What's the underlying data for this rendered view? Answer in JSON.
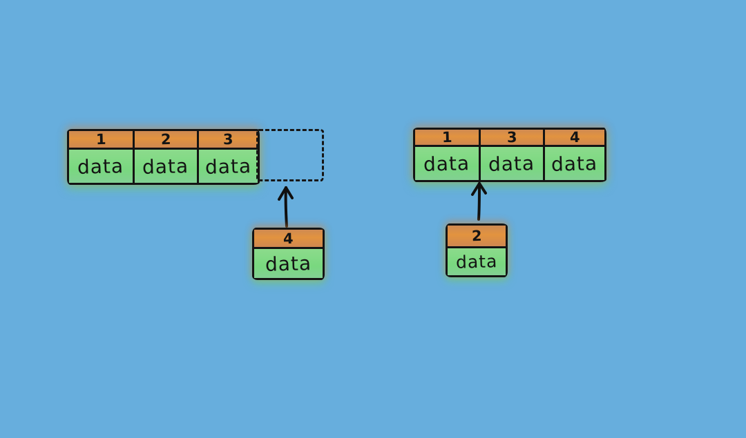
{
  "canvas": {
    "background_color": "#67aedd",
    "outline_color": "#141414",
    "header_color": "#e2933f",
    "cell_color": "#7ed882"
  },
  "left_diagram": {
    "description": "array with empty dashed slot at end, element 4 inserted via arrow",
    "array": {
      "cells": [
        {
          "index": "1",
          "value": "data"
        },
        {
          "index": "2",
          "value": "data"
        },
        {
          "index": "3",
          "value": "data"
        }
      ]
    },
    "incoming": {
      "index": "4",
      "value": "data"
    }
  },
  "right_diagram": {
    "description": "array with elements 1,3,4; element 2 inserted between 1 and 3 via arrow",
    "array": {
      "cells": [
        {
          "index": "1",
          "value": "data"
        },
        {
          "index": "3",
          "value": "data"
        },
        {
          "index": "4",
          "value": "data"
        }
      ]
    },
    "incoming": {
      "index": "2",
      "value": "data"
    }
  }
}
